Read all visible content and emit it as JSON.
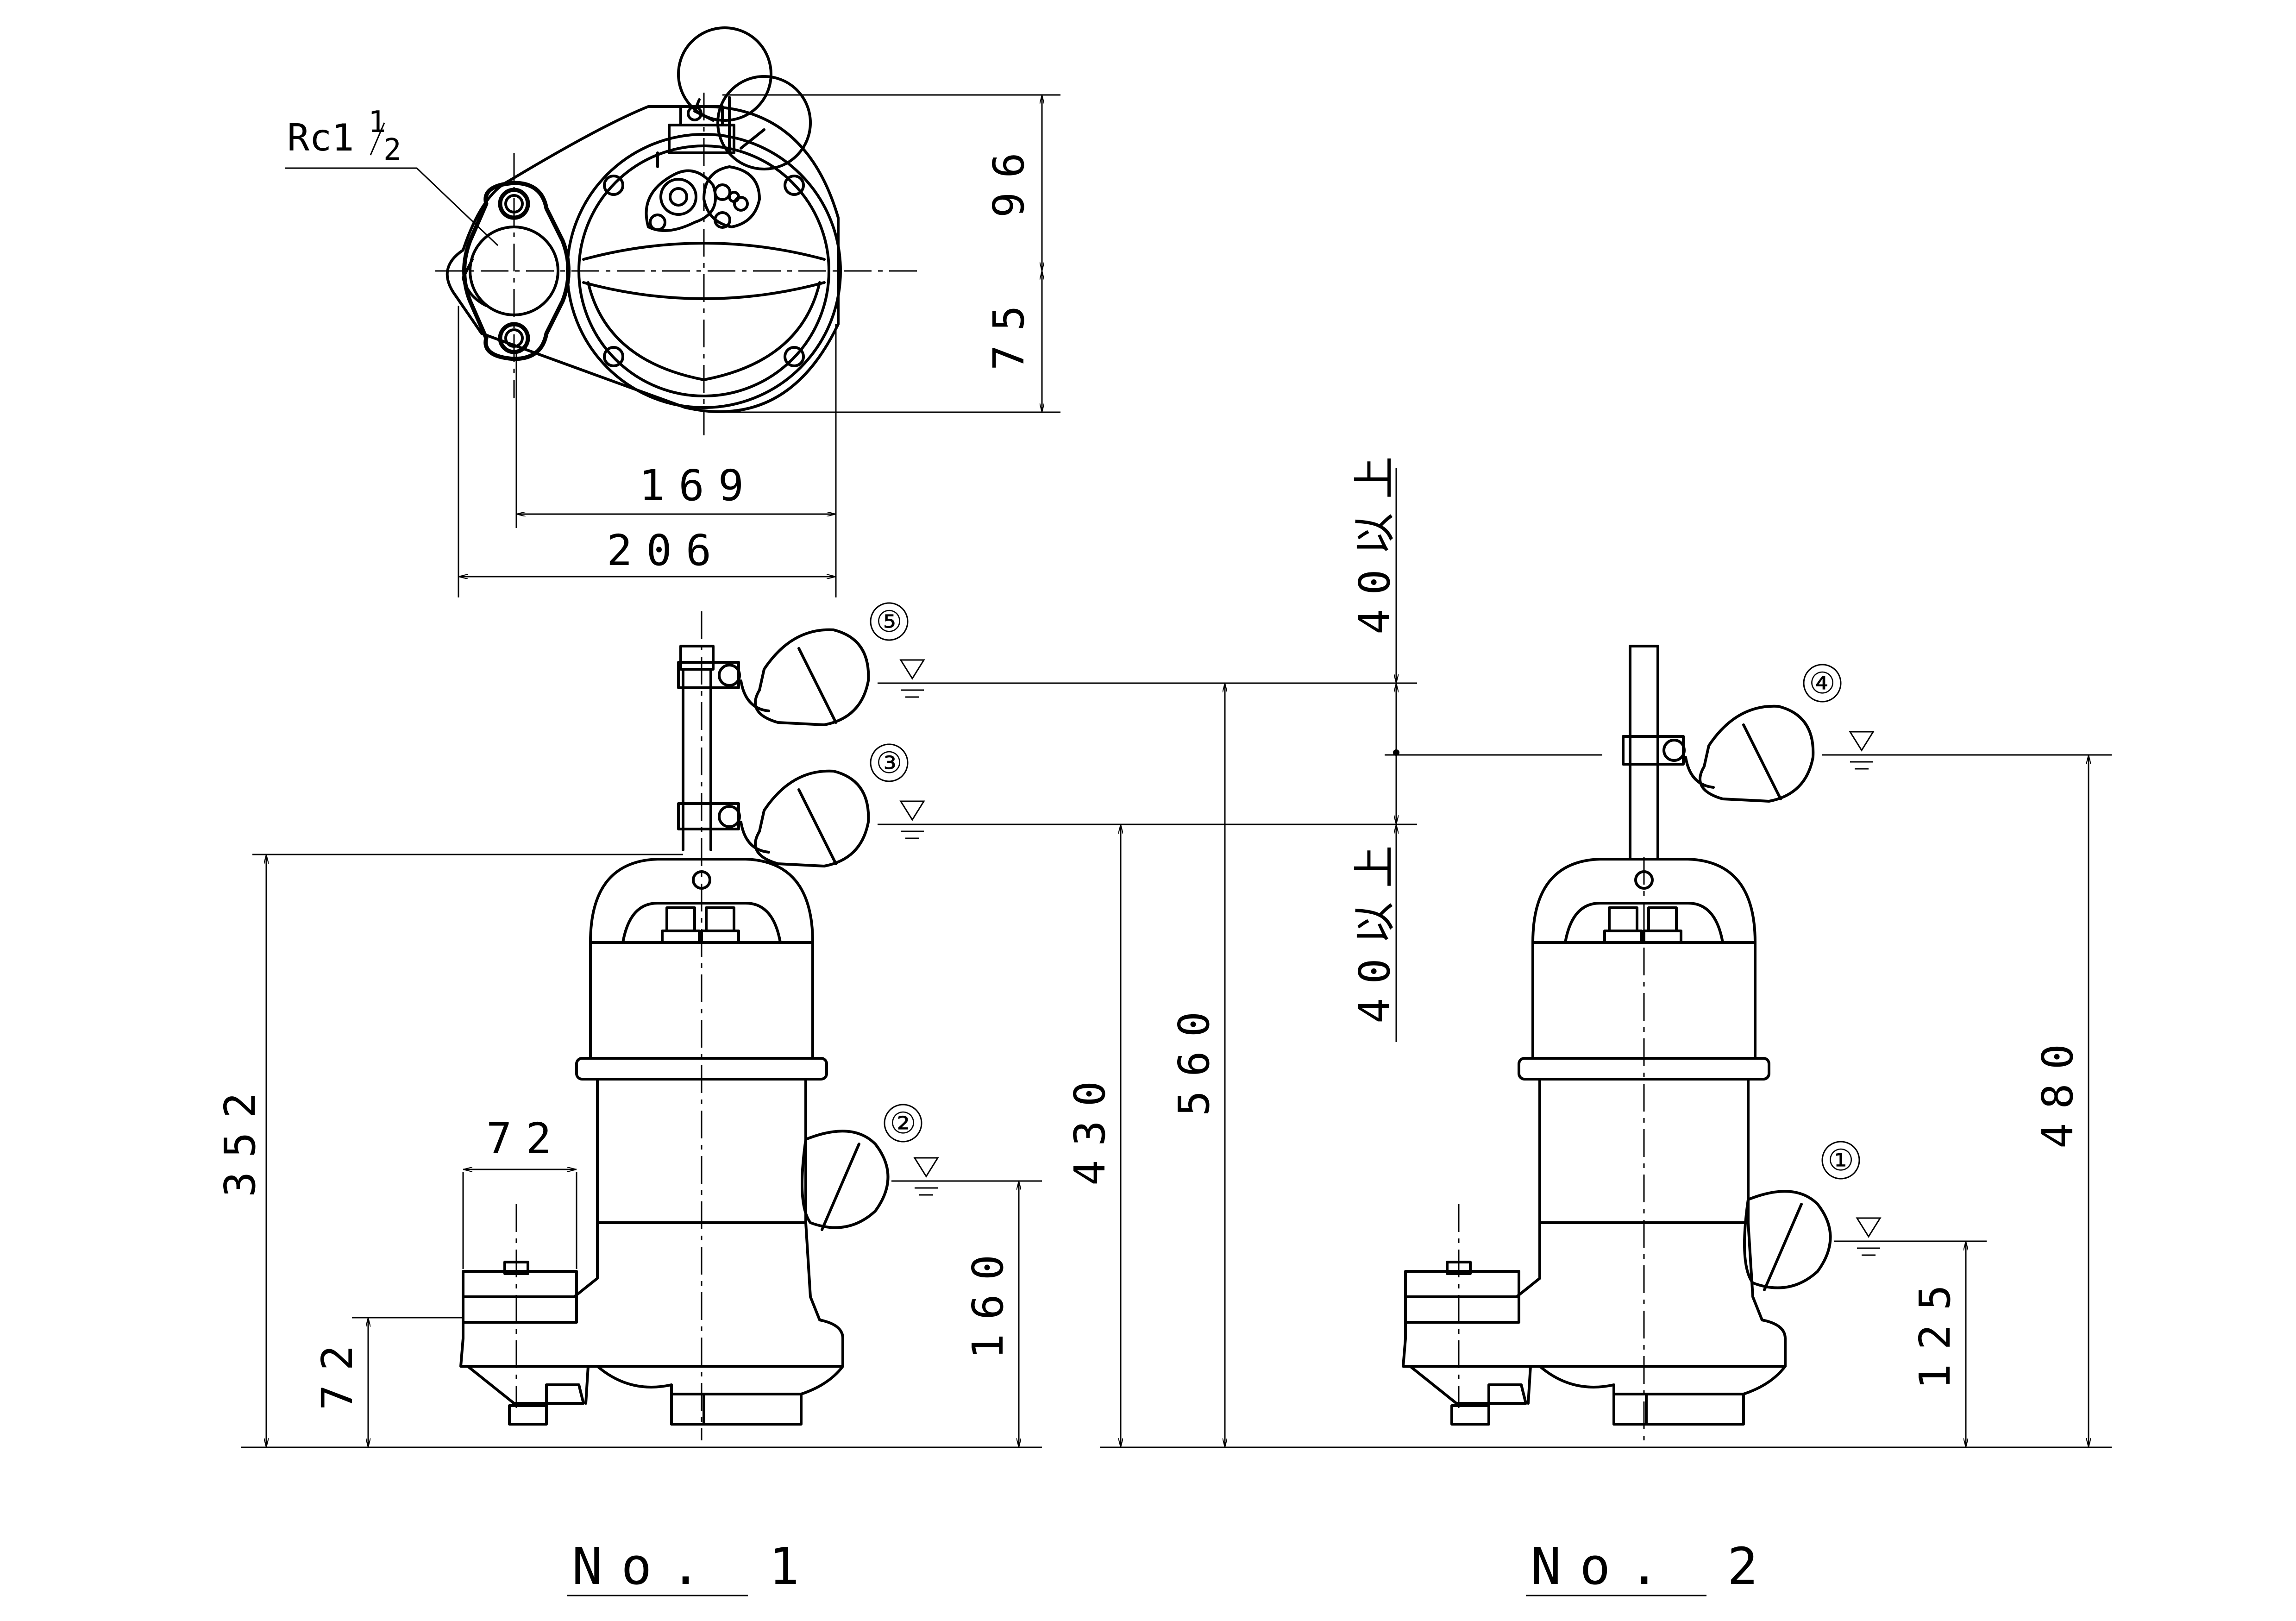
{
  "top_view": {
    "thread_label": "Rc1",
    "thread_frac_num": "1",
    "thread_frac_den": "2",
    "dim_height_upper": "96",
    "dim_height_lower": "75",
    "dim_width_inner": "169",
    "dim_width_outer": "206"
  },
  "pump_no1": {
    "label": "No. 1",
    "dim_total_height": "352",
    "dim_outlet_width": "72",
    "dim_outlet_height": "72",
    "dim_level_160": "160",
    "dim_level_430": "430",
    "dim_level_560": "560",
    "float_marks": [
      "⑤",
      "③",
      "②"
    ]
  },
  "spacing": {
    "dim_upper": "40以上",
    "dim_lower": "40以上"
  },
  "pump_no2": {
    "label": "No. 2",
    "dim_level_480": "480",
    "dim_level_125": "125",
    "float_marks": [
      "④",
      "①"
    ]
  }
}
